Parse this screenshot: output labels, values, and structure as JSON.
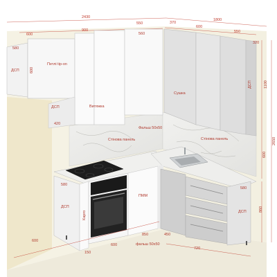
{
  "top_dimensions": {
    "total_left": "2430",
    "total_right": "1800",
    "seg_600": "600",
    "seg_900": "900",
    "seg_550": "550",
    "seg_370": "370",
    "seg_600b": "600",
    "seg_550b": "550"
  },
  "upper_labels": {
    "depth_580": "580",
    "dsp_left": "ДСП",
    "height_600": "600",
    "loops_label": "Петлі tip-on",
    "vytyazhka": "Витяжка",
    "sushka": "Сушка",
    "depth_560": "560",
    "depth_320": "320",
    "dsp_right": "ДСП",
    "height_1100": "1100",
    "dsp_mid": "ДСП",
    "depth_420": "420"
  },
  "middle_labels": {
    "falsh_panel": "Фальш 50х50",
    "wall_panel_left": "Стінова панель",
    "wall_panel_right": "Стінова панель",
    "height_2650": "2650",
    "height_600_right": "600"
  },
  "lower_labels": {
    "depth_580_left": "580",
    "dsp_lower_left": "ДСП",
    "karho": "Карго",
    "pmm": "ПММ",
    "depth_580_right": "580",
    "dsp_lower_right": "ДСП",
    "height_860": "860",
    "dim_150": "150",
    "dim_600": "600",
    "dim_850": "850",
    "dim_450": "450",
    "falsh_bottom": "фальш 50х50",
    "dim_720": "720",
    "dim_600_floor": "600"
  }
}
